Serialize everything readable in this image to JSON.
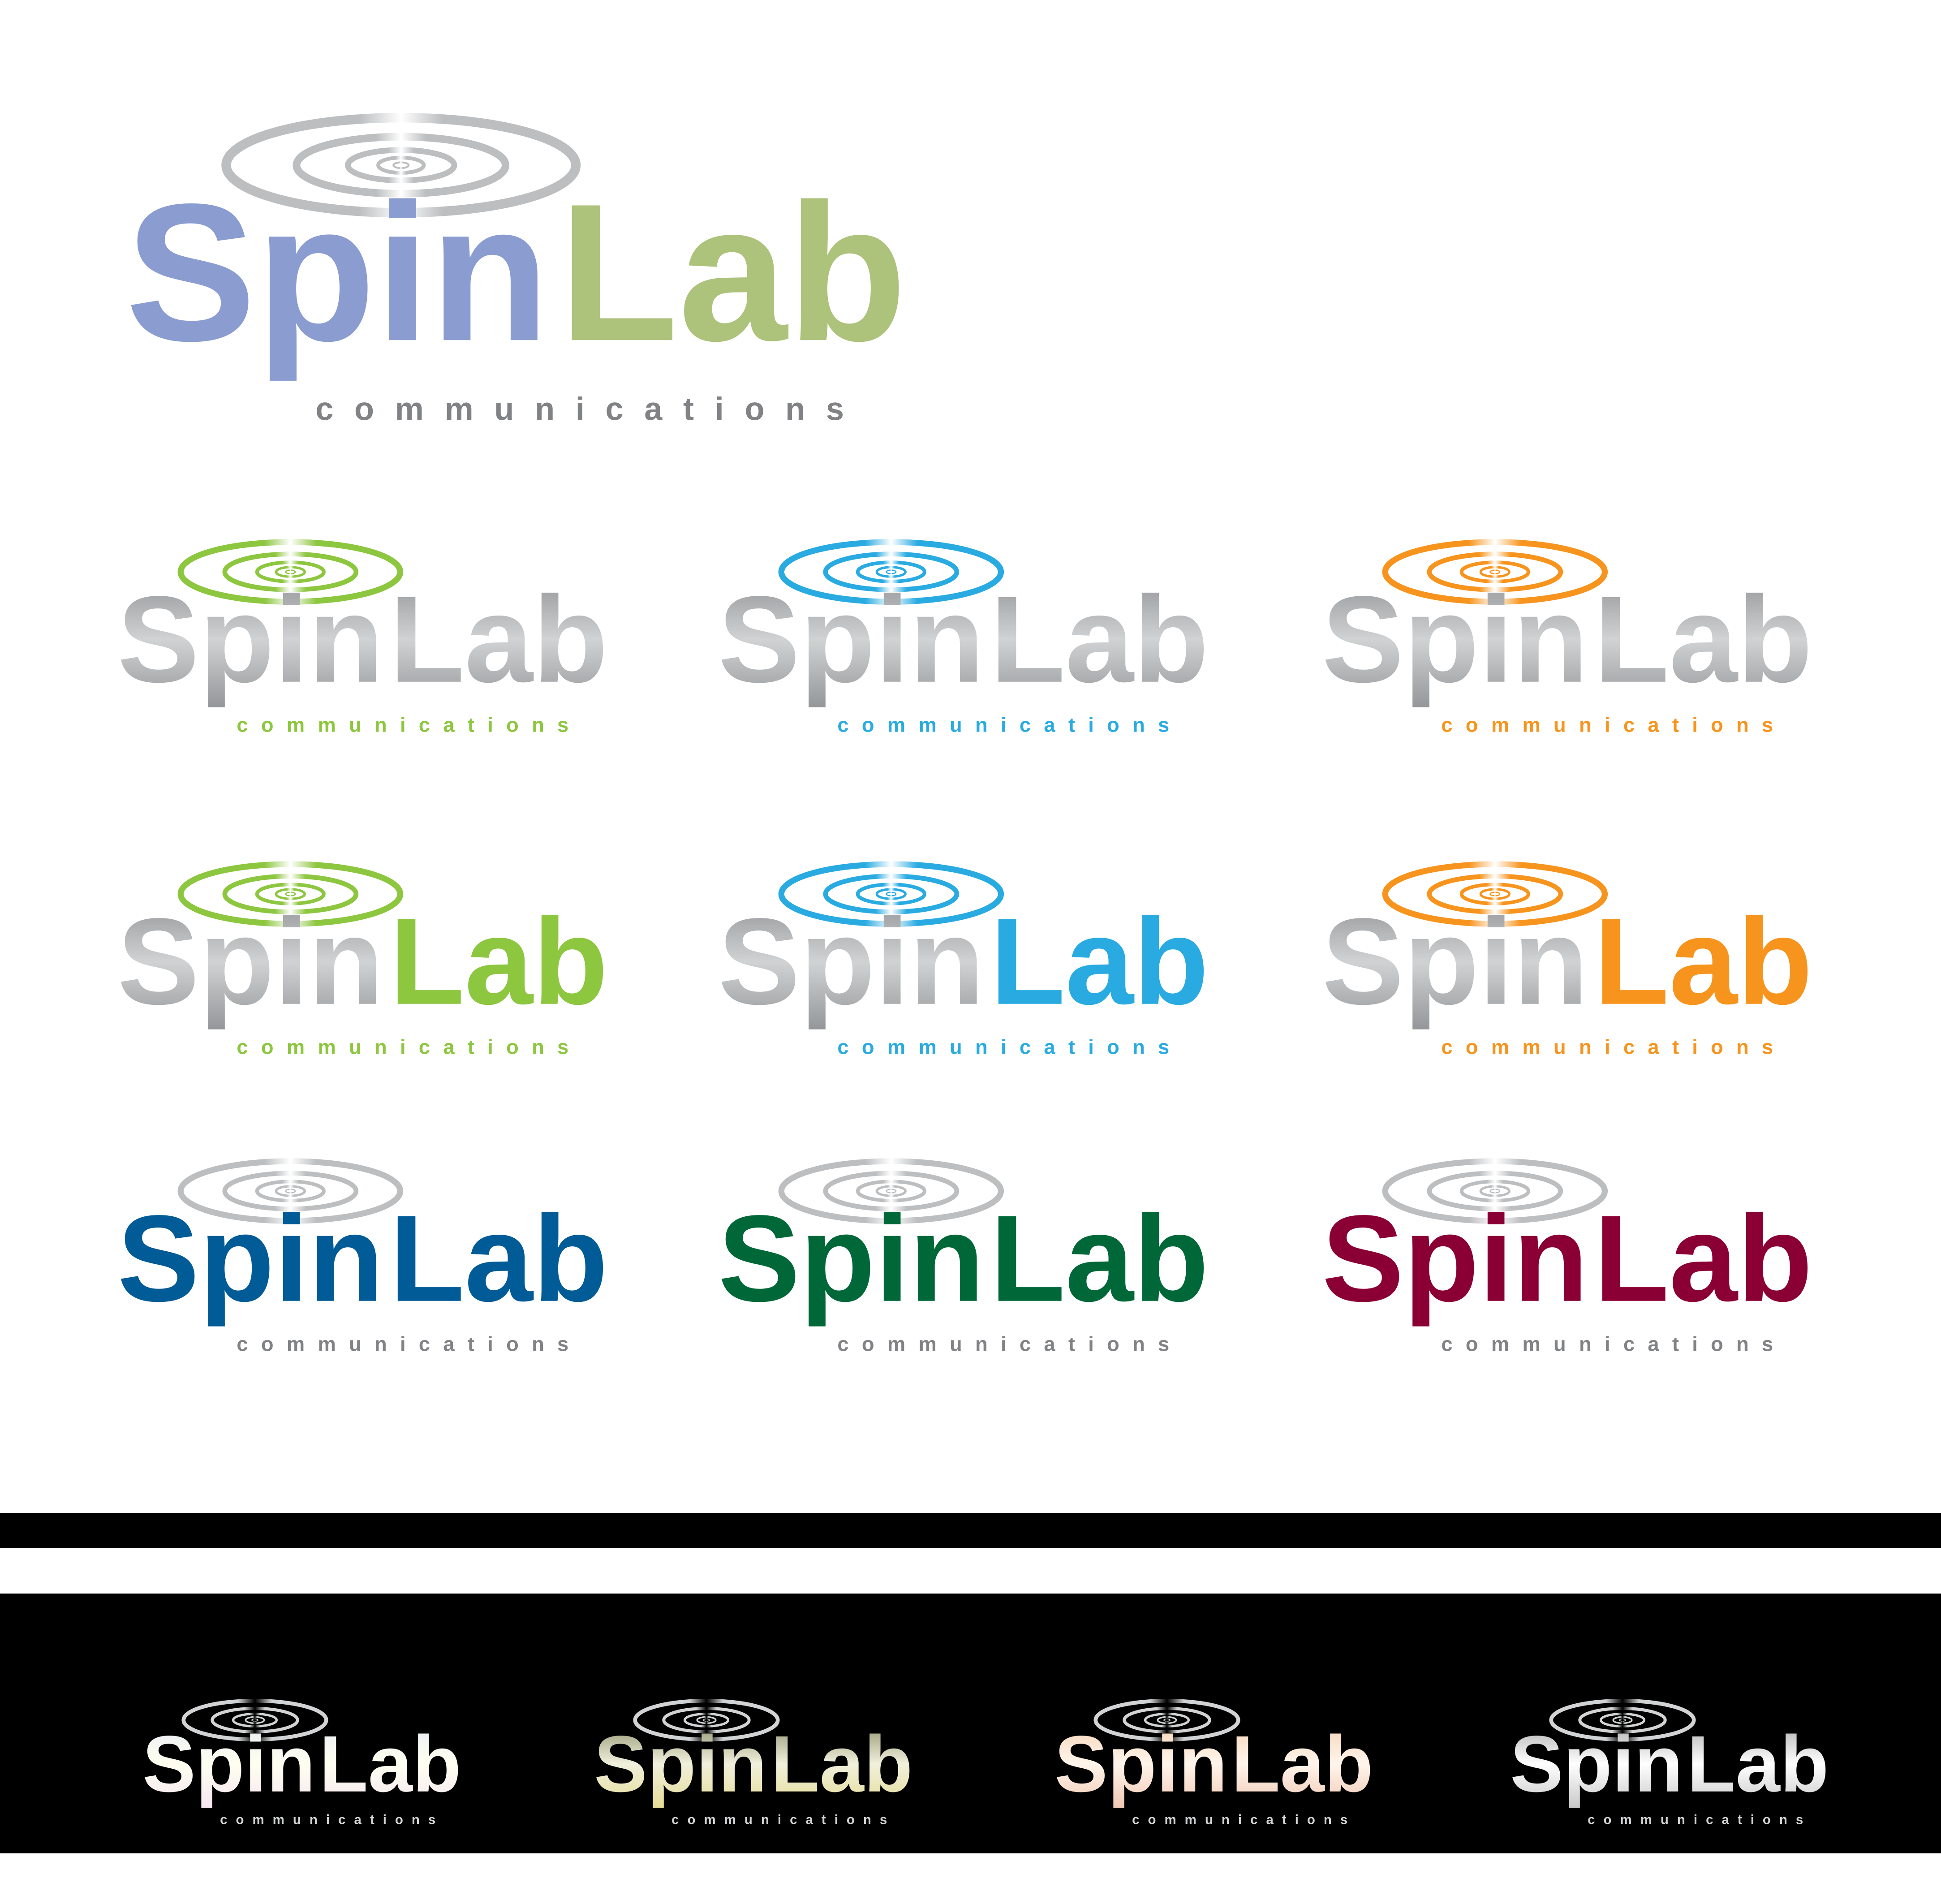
{
  "brand": {
    "name_part1": "Spin",
    "name_part2": "Lab",
    "tagline": "communications"
  },
  "logos": [
    {
      "id": "main",
      "spin": "#8a9cd0",
      "lab": "#adc27a",
      "tagline": "#808285",
      "ring": "#bcbec0",
      "bg": "#ffffff"
    },
    {
      "id": "grey-green",
      "spin": "grad:grey",
      "lab": "grad:grey",
      "tagline": "#8dc63f",
      "ring": "#8dc63f",
      "bg": "#ffffff"
    },
    {
      "id": "grey-blue",
      "spin": "grad:grey",
      "lab": "grad:grey",
      "tagline": "#29abe2",
      "ring": "#29abe2",
      "bg": "#ffffff"
    },
    {
      "id": "grey-orange",
      "spin": "grad:grey",
      "lab": "grad:grey",
      "tagline": "#f7941d",
      "ring": "#f7941d",
      "bg": "#ffffff"
    },
    {
      "id": "green-lab",
      "spin": "grad:grey",
      "lab": "#8dc63f",
      "tagline": "#8dc63f",
      "ring": "#8dc63f",
      "bg": "#ffffff"
    },
    {
      "id": "blue-lab",
      "spin": "grad:grey",
      "lab": "#29abe2",
      "tagline": "#29abe2",
      "ring": "#29abe2",
      "bg": "#ffffff"
    },
    {
      "id": "orange-lab",
      "spin": "grad:grey",
      "lab": "#f7941d",
      "tagline": "#f7941d",
      "ring": "#f7941d",
      "bg": "#ffffff"
    },
    {
      "id": "navy",
      "spin": "#005b96",
      "lab": "#005b96",
      "tagline": "#808285",
      "ring": "#bcbec0",
      "bg": "#ffffff"
    },
    {
      "id": "forest",
      "spin": "#006838",
      "lab": "#006838",
      "tagline": "#808285",
      "ring": "#bcbec0",
      "bg": "#ffffff"
    },
    {
      "id": "maroon",
      "spin": "#8b0034",
      "lab": "#8b0034",
      "tagline": "#808285",
      "ring": "#bcbec0",
      "bg": "#ffffff"
    },
    {
      "id": "dark-pearl",
      "spin": "grad:pearl",
      "lab": "grad:pearl",
      "tagline": "#d1d3d4",
      "ring": "#d1d3d4",
      "bg": "#000000"
    },
    {
      "id": "dark-olive",
      "spin": "grad:olive",
      "lab": "grad:olive",
      "tagline": "#d1d3d4",
      "ring": "#d1d3d4",
      "bg": "#000000"
    },
    {
      "id": "dark-peach",
      "spin": "grad:peach",
      "lab": "grad:peach",
      "tagline": "#d1d3d4",
      "ring": "#d1d3d4",
      "bg": "#000000"
    },
    {
      "id": "dark-silver",
      "spin": "grad:silver",
      "lab": "grad:silver",
      "tagline": "#d1d3d4",
      "ring": "#d1d3d4",
      "bg": "#000000"
    }
  ],
  "gradients": {
    "grey": [
      "#8e9093",
      "#d0d2d3",
      "#939598"
    ],
    "pearl": [
      "#e6ebf5",
      "#fffff0",
      "#f5e6f0"
    ],
    "olive": [
      "#8a8a66",
      "#f0f0dc",
      "#e6dc96"
    ],
    "peach": [
      "#f5d2b4",
      "#fff5eb",
      "#f0c8b4"
    ],
    "silver": [
      "#a8a8a8",
      "#ffffff",
      "#c8c8c8"
    ]
  }
}
